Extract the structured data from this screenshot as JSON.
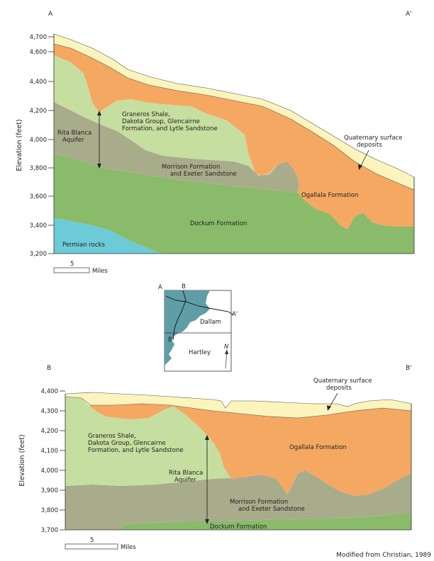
{
  "section_a": {
    "start_label": "A",
    "end_label": "A'",
    "y_axis_label": "Elevation (feet)",
    "y_ticks": [
      "4,700",
      "4,600",
      "4,400",
      "4,200",
      "4,000",
      "3,800",
      "3,600",
      "3,400",
      "3,200"
    ],
    "units": [
      "Quaternary surface deposits",
      "Ogallala Formation",
      "Graneros Shale, Dakota Group, Glencairne Formation, and Lytle Sandstone",
      "Morrison Formation and Exeter Sandstone",
      "Dockum Formation",
      "Permian rocks"
    ],
    "label_quaternary_1": "Quaternary surface",
    "label_quaternary_2": "deposits",
    "label_ogallala": "Ogallala Formation",
    "label_graneros_1": "Graneros Shale,",
    "label_graneros_2": "Dakota Group, Glencairne",
    "label_graneros_3": "Formation, and Lytle Sandstone",
    "label_morrison_1": "Morrison Formation",
    "label_morrison_2": "and Exeter Sandstone",
    "label_dockum": "Dockum Formation",
    "label_permian": "Permian rocks",
    "aquifer_label_1": "Rita Blanca",
    "aquifer_label_2": "Aquifer",
    "scale_value": "5",
    "scale_unit": "Miles"
  },
  "locator_map": {
    "label_a": "A",
    "label_b": "B",
    "label_a_prime": "A'",
    "label_b_prime": "B'",
    "county_dallam": "Dallam",
    "county_hartley": "Hartley",
    "north_label": "N"
  },
  "section_b": {
    "start_label": "B",
    "end_label": "B'",
    "y_axis_label": "Elevation (feet)",
    "y_ticks": [
      "4,400",
      "4,300",
      "4,200",
      "4,100",
      "4,000",
      "3,900",
      "3,800",
      "3,700"
    ],
    "label_quaternary_1": "Quaternary surface",
    "label_quaternary_2": "deposits",
    "label_ogallala": "Ogallala Formation",
    "label_graneros_1": "Graneros Shale,",
    "label_graneros_2": "Dakota Group, Glencairne",
    "label_graneros_3": "Formation, and Lytle Sandstone",
    "label_morrison_1": "Morrison Formation",
    "label_morrison_2": "and Exeter Sandstone",
    "label_dockum": "Dockum Formation",
    "aquifer_label_1": "Rita Blanca",
    "aquifer_label_2": "Aquifer",
    "scale_value": "5",
    "scale_unit": "Miles"
  },
  "credit": "Modified from Christian, 1989",
  "colors": {
    "quaternary": "#fbf5bd",
    "ogallala": "#f5a862",
    "graneros": "#c6dea0",
    "morrison": "#a9ac8b",
    "dockum": "#89bb6a",
    "permian": "#6ccbd6",
    "map_aquifer": "#5f9ea7"
  }
}
